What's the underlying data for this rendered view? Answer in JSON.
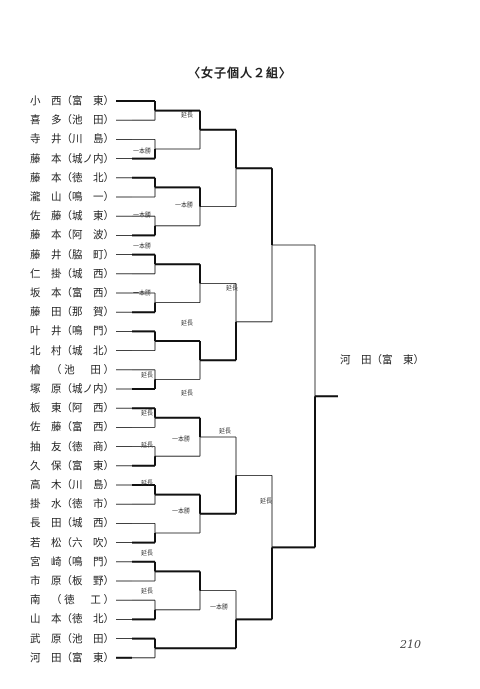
{
  "title": "〈女子個人２組〉",
  "players": [
    "小　西（富　東）",
    "喜　多（池　田）",
    "寺　井（川　島）",
    "藤　本（城ノ内）",
    "藤　本（徳　北）",
    "瀧　山（鳴　一）",
    "佐　藤（城　東）",
    "藤　本（阿　波）",
    "藤　井（脇　町）",
    "仁　掛（城　西）",
    "坂　本（富　西）",
    "藤　田（那　賀）",
    "叶　井（鳴　門）",
    "北　村（城　北）",
    "檜　（池　田）",
    "塚　原（城ノ内）",
    "板　東（阿　西）",
    "佐　藤（富　西）",
    "抽　友（徳　商）",
    "久　保（富　東）",
    "高　木（川　島）",
    "掛　水（徳　市）",
    "長　田（城　西）",
    "若　松（六　吹）",
    "宮　崎（鳴　門）",
    "市　原（板　野）",
    "南　（徳　工）",
    "山　本（徳　北）",
    "武　原（池　田）",
    "河　田（富　東）"
  ],
  "winner": "河　田（富　東）",
  "notes": {
    "enchou": "延長",
    "ippon": "一本勝"
  },
  "page_number": "210"
}
